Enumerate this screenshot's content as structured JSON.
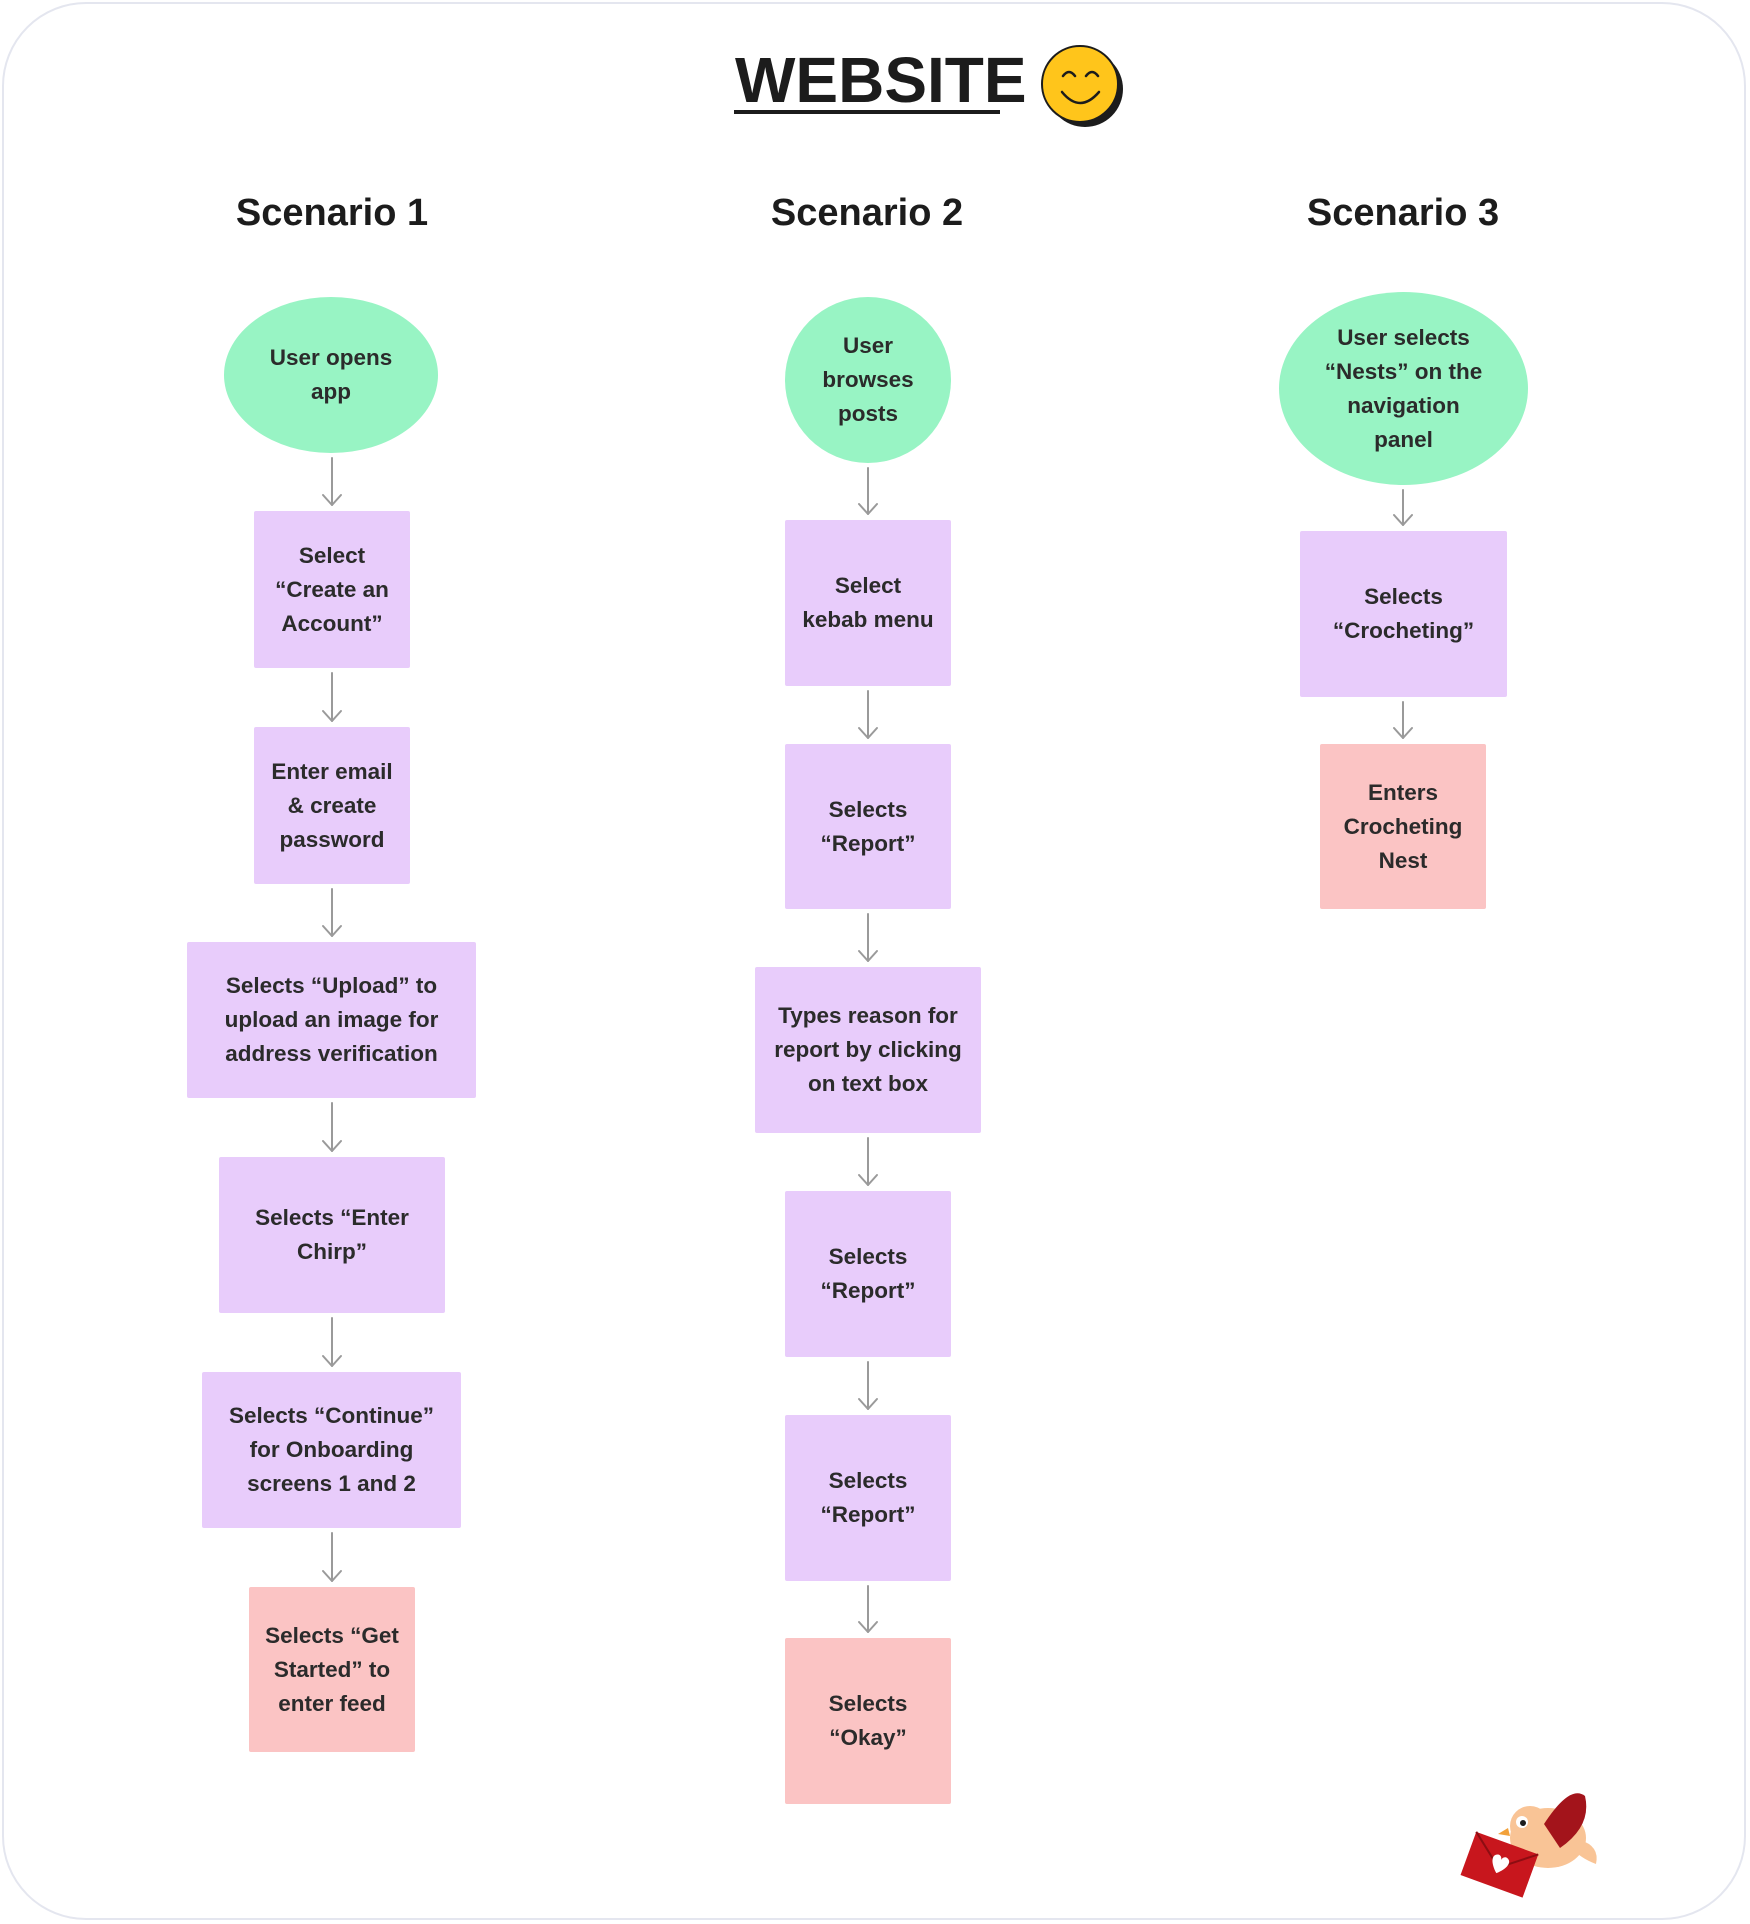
{
  "title": "WEBSITE",
  "colors": {
    "start": "#98f4c4",
    "step": "#e8ccfb",
    "end": "#fbc4c4",
    "arrow": "#9a9a9a",
    "smiley": "#ffc51b"
  },
  "icons": [
    "smiley-face-icon",
    "bird-with-love-letter-icon"
  ],
  "scenarios": [
    {
      "heading": "Scenario 1",
      "nodes": [
        {
          "label": "User opens\napp",
          "shape": "ellipse"
        },
        {
          "label": "Select\n“Create an\nAccount”",
          "shape": "box"
        },
        {
          "label": "Enter email\n& create\npassword",
          "shape": "box"
        },
        {
          "label": "Selects “Upload” to\nupload an image for\naddress verification",
          "shape": "box"
        },
        {
          "label": "Selects “Enter\nChirp”",
          "shape": "box"
        },
        {
          "label": "Selects “Continue”\nfor Onboarding\nscreens 1 and 2",
          "shape": "box"
        },
        {
          "label": "Selects “Get\nStarted” to\nenter feed",
          "shape": "end"
        }
      ]
    },
    {
      "heading": "Scenario 2",
      "nodes": [
        {
          "label": "User\nbrowses\nposts",
          "shape": "ellipse"
        },
        {
          "label": "Select\nkebab menu",
          "shape": "box"
        },
        {
          "label": "Selects\n“Report”",
          "shape": "box"
        },
        {
          "label": "Types reason for\nreport by clicking\non text box",
          "shape": "box"
        },
        {
          "label": "Selects\n“Report”",
          "shape": "box"
        },
        {
          "label": "Selects\n“Report”",
          "shape": "box"
        },
        {
          "label": "Selects\n“Okay”",
          "shape": "end"
        }
      ]
    },
    {
      "heading": "Scenario 3",
      "nodes": [
        {
          "label": "User selects\n“Nests” on the\nnavigation\npanel",
          "shape": "ellipse"
        },
        {
          "label": "Selects\n“Crocheting”",
          "shape": "box"
        },
        {
          "label": "Enters\nCrocheting\nNest",
          "shape": "end"
        }
      ]
    }
  ]
}
